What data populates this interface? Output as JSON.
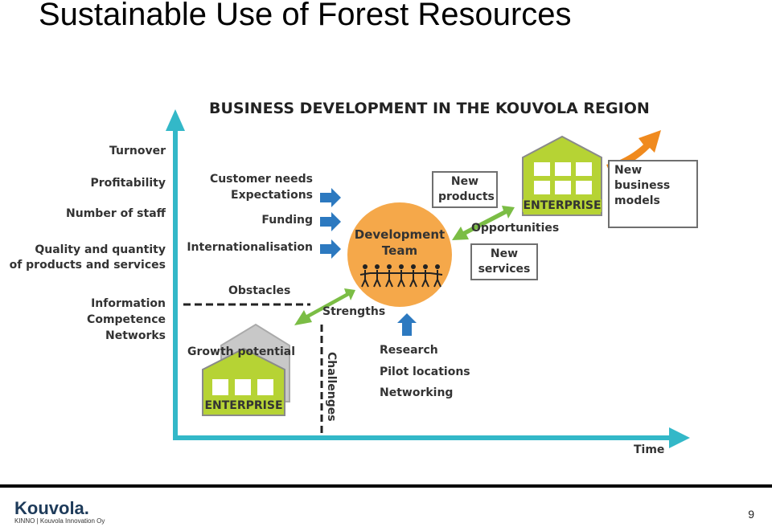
{
  "slide": {
    "title": "Sustainable Use of Forest Resources",
    "page_number": "9"
  },
  "diagram": {
    "title": "BUSINESS DEVELOPMENT IN THE KOUVOLA REGION",
    "y_axis_labels": {
      "turnover": "Turnover",
      "profitability": "Profitability",
      "staff": "Number of staff",
      "quality_line1": "Quality and quantity",
      "quality_line2": "of products and services",
      "information": "Information",
      "competence": "Competence",
      "networks": "Networks"
    },
    "x_axis_label": "Time",
    "inputs": {
      "customer_needs": "Customer needs",
      "expectations": "Expectations",
      "funding": "Funding",
      "internationalisation": "Internationalisation"
    },
    "obstacles": "Obstacles",
    "strengths": "Strengths",
    "challenges": "Challenges",
    "growth_potential": "Growth potential",
    "enterprise_small": "ENTERPRISE",
    "enterprise_large": "ENTERPRISE",
    "development_team_line1": "Development",
    "development_team_line2": "Team",
    "team_figures_count": 7,
    "support": {
      "research": "Research",
      "pilot_locations": "Pilot locations",
      "networking": "Networking"
    },
    "new_products_line1": "New",
    "new_products_line2": "products",
    "opportunities": "Opportunities",
    "new_services_line1": "New",
    "new_services_line2": "services",
    "new_business_models_line1": "New business",
    "new_business_models_line2": "models"
  },
  "footer": {
    "logo_text": "Kouvola.",
    "logo_sub": "KINNO | Kouvola Innovation Oy"
  },
  "colors": {
    "axis": "#33b8c8",
    "enterprise_green": "#b6d334",
    "team_orange": "#f5a84a",
    "arrow_blue": "#2c79c0",
    "arrow_green": "#7bbd45",
    "arrow_orange": "#f08a1e",
    "house_grey": "#c4c4c4"
  }
}
